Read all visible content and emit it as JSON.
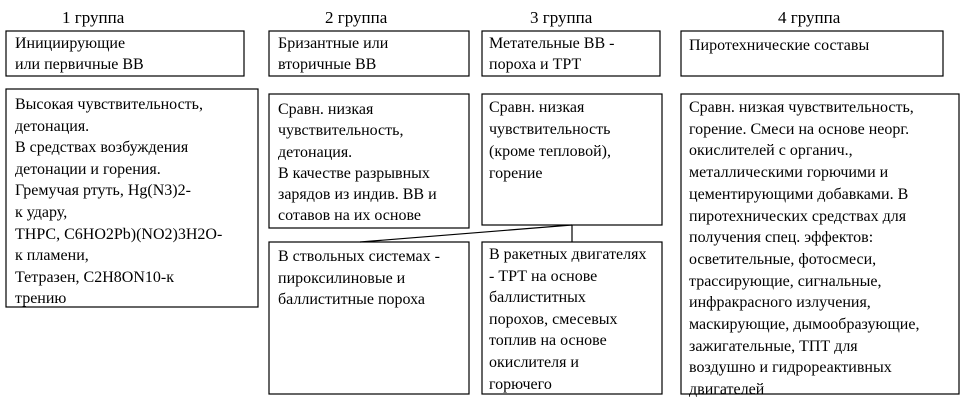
{
  "groups": [
    {
      "header": "1 группа",
      "title": "Инициирующие\nили первичные ВВ",
      "properties": "Высокая чувствительность,\nдетонация.\nВ средствах возбуждения\nдетонации и горения.\nГремучая ртуть, Hg(N3)2-\nк удару,\nТНРС, C6HO2Pb)(NO2)3H2O-\nк пламени,\nТетразен, C2H8ON10-к\nтрению"
    },
    {
      "header": "2 группа",
      "title": "Бризантные или\nвторичные ВВ",
      "properties": "Сравн. низкая\nчувствительность,\nдетонация.\nВ качестве разрывных\nзарядов из индив. ВВ и\nсотавов на их основе"
    },
    {
      "header": "3 группа",
      "title": "Метательные ВВ -\nпороха и ТРТ",
      "properties": "Сравн. низкая\nчувствительность\n(кроме тепловой),\nгорение"
    },
    {
      "header": "4 группа",
      "title": "Пиротехнические составы",
      "properties": "Сравн. низкая чувствительность,\nгорение. Смеси на основе неорг.\nокислителей с органич.,\nметаллическими горючими и\nцементирующими добавками. В\nпиротехнических средствах для\nполучения спец. эффектов:\nосветительные, фотосмеси,\nтрассирующие, сигнальные,\nинфракрасного излучения,\nмаскирующие, дымообразующие,\nзажигательные, ТПТ для\nвоздушно и гидрореактивных\nдвигателей"
    }
  ],
  "subgroups": [
    {
      "text": "В ствольных системах -\nпироксилиновые и\nбаллиститные пороха"
    },
    {
      "text": "В ракетных двигателях\n- ТРТ на основе\nбаллиститных\nпорохов, смесевых\nтоплив на основе\nокислителя и\nгорючего"
    }
  ]
}
